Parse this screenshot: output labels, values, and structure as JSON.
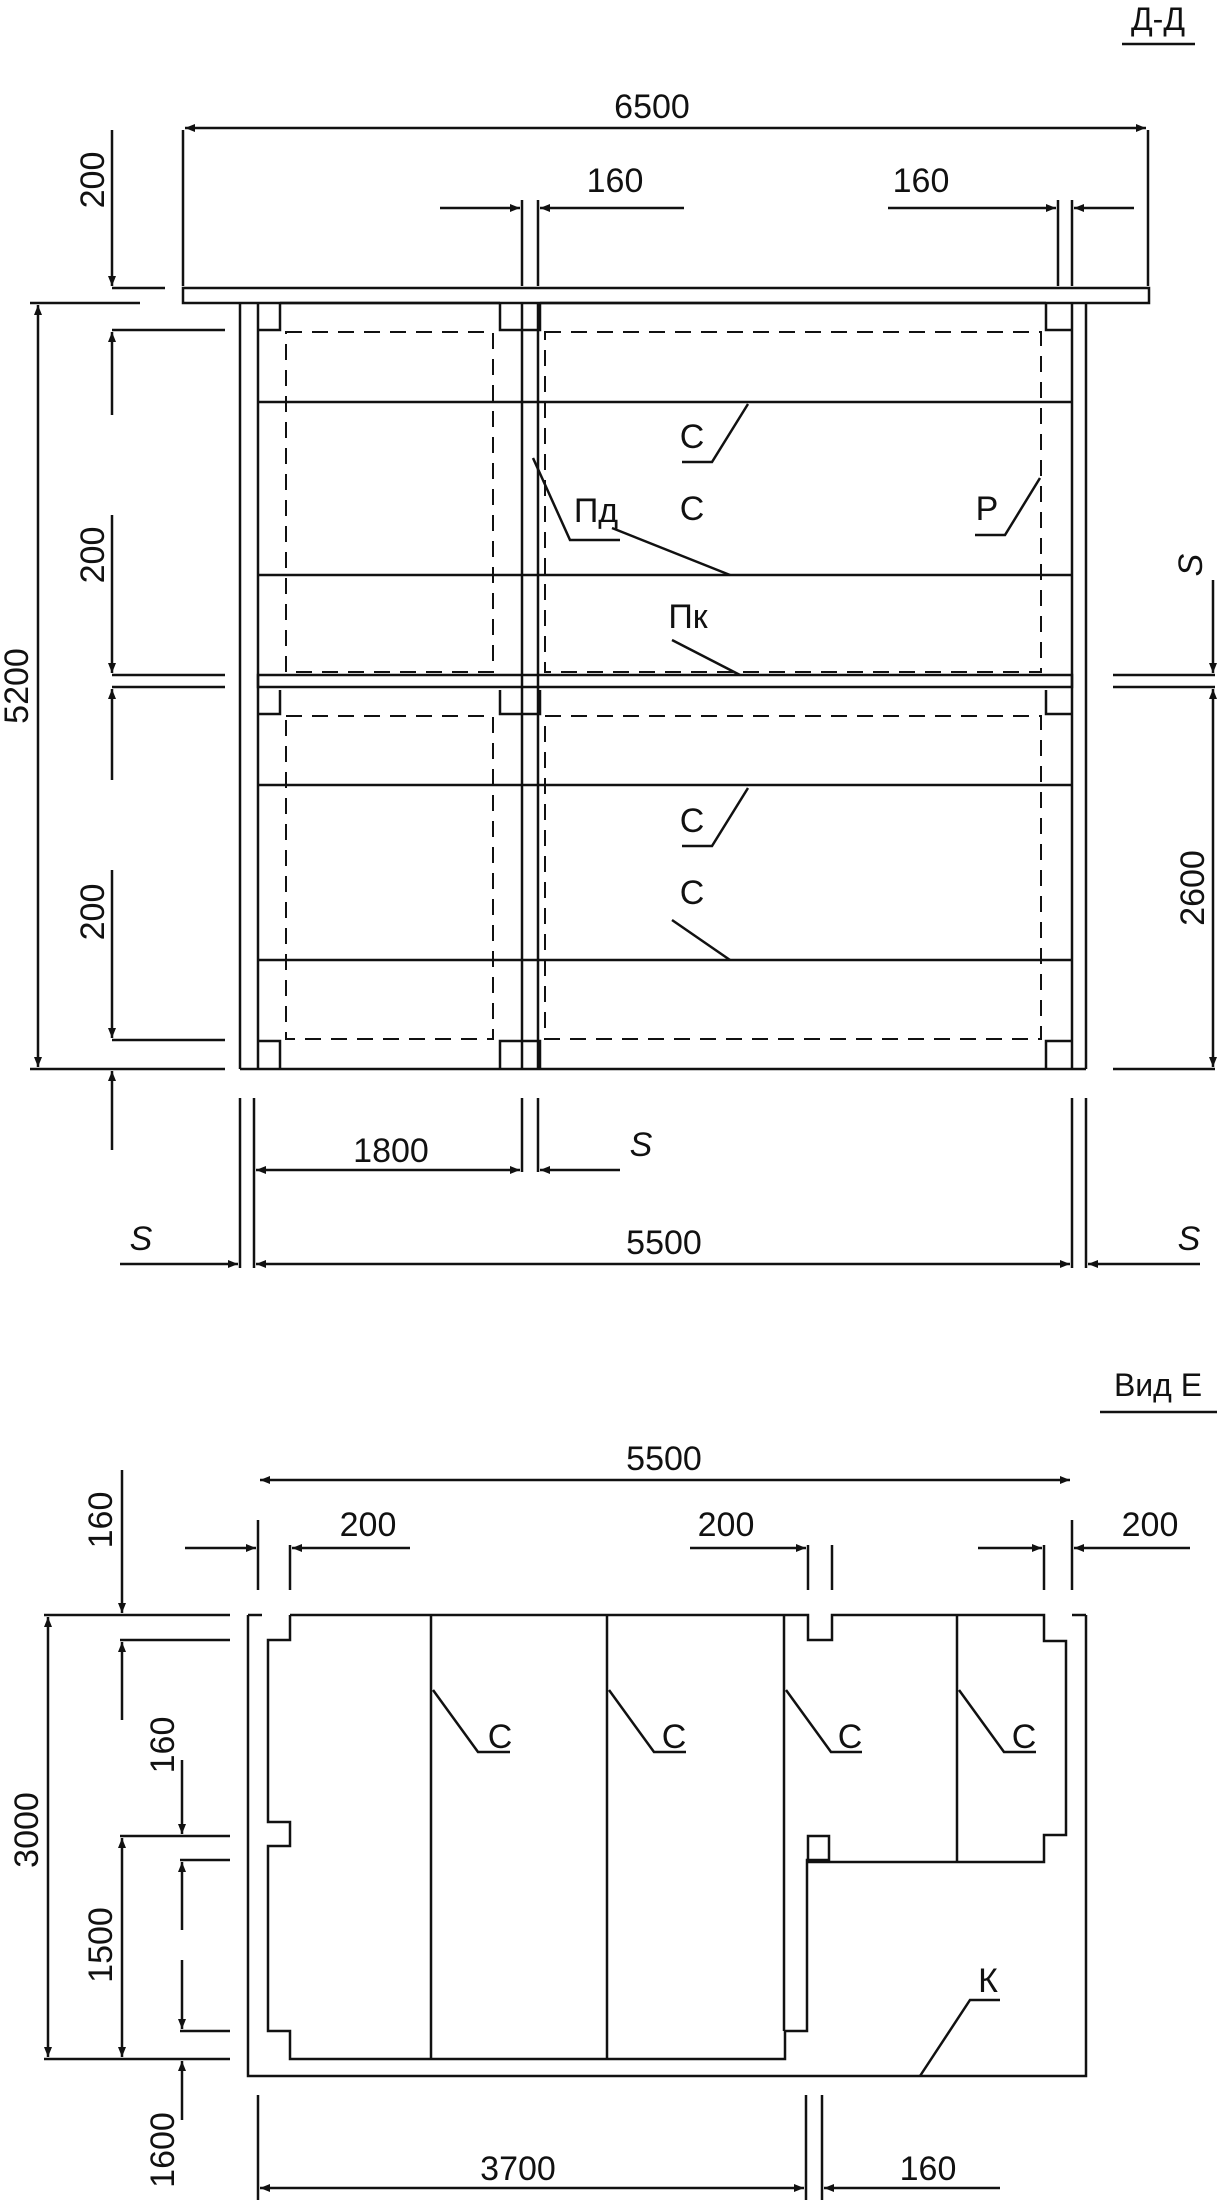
{
  "section_dd": {
    "title": "Д-Д",
    "dims": {
      "overall_width": "6500",
      "post_left": "160",
      "post_right": "160",
      "overall_height": "5200",
      "band_top": "200",
      "band_mid": "200",
      "band_bottom": "200",
      "lower_height": "2600",
      "width_1800": "1800",
      "width_5500": "5500"
    },
    "labels": {
      "c1": "С",
      "c2": "С",
      "c3": "С",
      "c4": "С",
      "pd": "Пд",
      "p": "Р",
      "pk": "Пк",
      "s_right": "S",
      "s_mid": "S",
      "s_left": "S",
      "s_far_right": "S"
    }
  },
  "view_e": {
    "title": "Вид Е",
    "dims": {
      "overall_width": "5500",
      "wall_left": "200",
      "wall_mid": "200",
      "wall_right": "200",
      "top_offset": "160",
      "overall_depth": "3000",
      "notch_160": "160",
      "section_1500": "1500",
      "bottom_1600": "1600",
      "width_3700": "3700",
      "post_160": "160"
    },
    "labels": {
      "c1": "С",
      "c2": "С",
      "c3": "С",
      "c4": "С",
      "k": "К"
    }
  },
  "style": {
    "ink": "#111111",
    "paper": "#ffffff"
  }
}
